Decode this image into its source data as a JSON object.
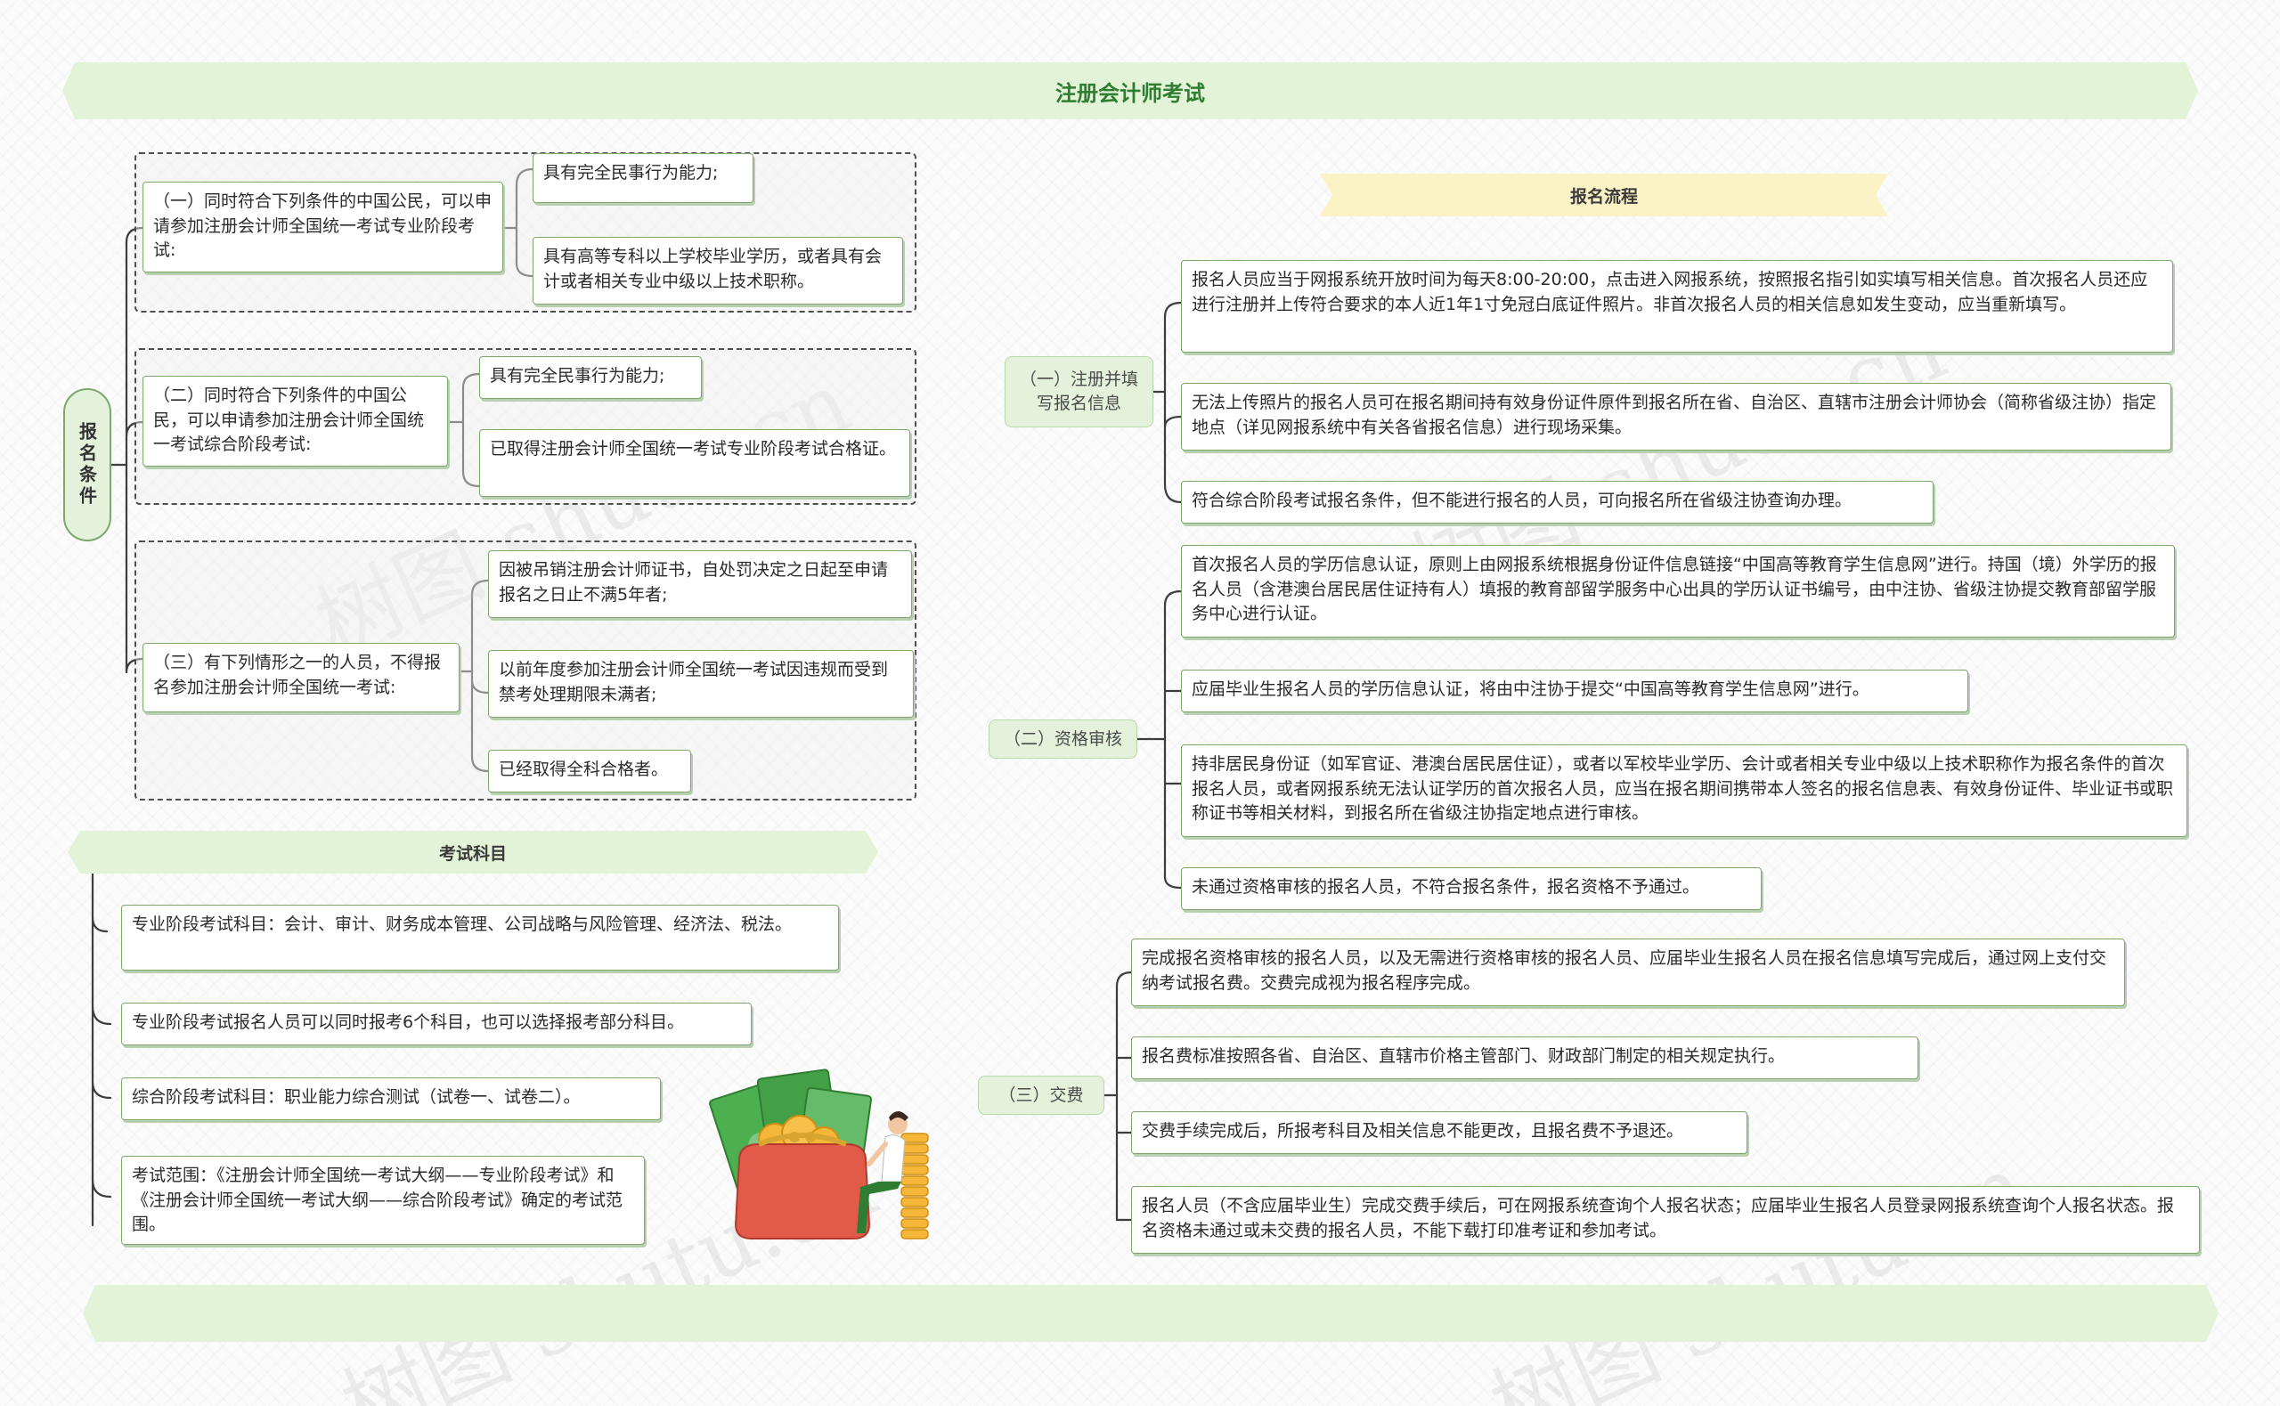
{
  "title": "注册会计师考试",
  "left": {
    "label": "报名条件",
    "groups": [
      {
        "main": "（一）同时符合下列条件的中国公民，可以申请参加注册会计师全国统一考试专业阶段考试:",
        "items": [
          "具有完全民事行为能力;",
          "具有高等专科以上学校毕业学历，或者具有会计或者相关专业中级以上技术职称。"
        ]
      },
      {
        "main": "（二）同时符合下列条件的中国公民，可以申请参加注册会计师全国统一考试综合阶段考试:",
        "items": [
          "具有完全民事行为能力;",
          "已取得注册会计师全国统一考试专业阶段考试合格证。"
        ]
      },
      {
        "main": "（三）有下列情形之一的人员，不得报名参加注册会计师全国统一考试:",
        "items": [
          "因被吊销注册会计师证书，自处罚决定之日起至申请报名之日止不满5年者;",
          "以前年度参加注册会计师全国统一考试因违规而受到禁考处理期限未满者;",
          "已经取得全科合格者。"
        ]
      }
    ]
  },
  "subjects": {
    "title": "考试科目",
    "items": [
      "专业阶段考试科目：会计、审计、财务成本管理、公司战略与风险管理、经济法、税法。",
      "专业阶段考试报名人员可以同时报考6个科目，也可以选择报考部分科目。",
      "综合阶段考试科目：职业能力综合测试（试卷一、试卷二）。",
      "考试范围：《注册会计师全国统一考试大纲——专业阶段考试》和《注册会计师全国统一考试大纲——综合阶段考试》确定的考试范围。"
    ]
  },
  "process": {
    "title": "报名流程",
    "sections": [
      {
        "label": "（一）注册并填写报名信息",
        "items": [
          "报名人员应当于网报系统开放时间为每天8:00-20:00，点击进入网报系统，按照报名指引如实填写相关信息。首次报名人员还应进行注册并上传符合要求的本人近1年1寸免冠白底证件照片。非首次报名人员的相关信息如发生变动，应当重新填写。",
          "无法上传照片的报名人员可在报名期间持有效身份证件原件到报名所在省、自治区、直辖市注册会计师协会（简称省级注协）指定地点（详见网报系统中有关各省报名信息）进行现场采集。",
          "符合综合阶段考试报名条件，但不能进行报名的人员，可向报名所在省级注协查询办理。"
        ]
      },
      {
        "label": "（二）资格审核",
        "items": [
          "首次报名人员的学历信息认证，原则上由网报系统根据身份证件信息链接“中国高等教育学生信息网”进行。持国（境）外学历的报名人员（含港澳台居民居住证持有人）填报的教育部留学服务中心出具的学历认证书编号，由中注协、省级注协提交教育部留学服务中心进行认证。",
          "应届毕业生报名人员的学历信息认证，将由中注协于提交“中国高等教育学生信息网”进行。",
          "持非居民身份证（如军官证、港澳台居民居住证），或者以军校毕业学历、会计或者相关专业中级以上技术职称作为报名条件的首次报名人员，或者网报系统无法认证学历的首次报名人员，应当在报名期间携带本人签名的报名信息表、有效身份证件、毕业证书或职称证书等相关材料，到报名所在省级注协指定地点进行审核。",
          "未通过资格审核的报名人员，不符合报名条件，报名资格不予通过。"
        ]
      },
      {
        "label": "（三）交费",
        "items": [
          "完成报名资格审核的报名人员，以及无需进行资格审核的报名人员、应届毕业生报名人员在报名信息填写完成后，通过网上支付交纳考试报名费。交费完成视为报名程序完成。",
          "报名费标准按照各省、自治区、直辖市价格主管部门、财政部门制定的相关规定执行。",
          "交费手续完成后，所报考科目及相关信息不能更改，且报名费不予退还。",
          "报名人员（不含应届毕业生）完成交费手续后，可在网报系统查询个人报名状态；应届毕业生报名人员登录网报系统查询个人报名状态。报名资格未通过或未交费的报名人员，不能下载打印准考证和参加考试。"
        ]
      }
    ]
  },
  "watermark": "树图 shutu.cn",
  "colors": {
    "accent": "#2e7d32",
    "banner_green": "#e2f3d8",
    "banner_yellow": "#fbf2c6",
    "line": "#3d3d3d",
    "node_border": "#7aa96b"
  }
}
